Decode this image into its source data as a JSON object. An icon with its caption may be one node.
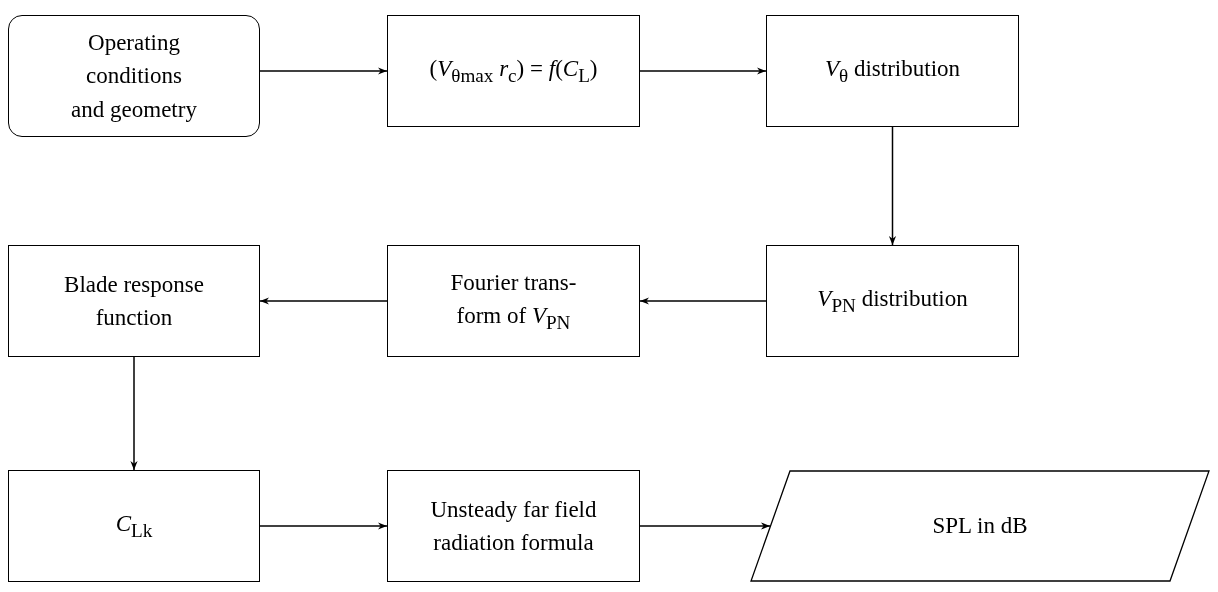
{
  "diagram": {
    "nodes": [
      {
        "text": [
          "Operating conditions and geometry"
        ]
      },
      {
        "text": [
          "(*V*$_{θmax}$ *r*$_{c}$) = *f*(*C*$_{L}$)"
        ]
      },
      {
        "text": [
          "*V*$_{θ}$ distribution"
        ]
      },
      {
        "text": [
          "*V*$_{PN}$ distribution"
        ]
      },
      {
        "text": [
          "Fourier trans- form of *V*$_{PN}$"
        ]
      },
      {
        "text": [
          "Blade response function"
        ]
      },
      {
        "text": [
          "*C*$_{Lk}$"
        ]
      },
      {
        "text": [
          "Unsteady far field radiation formula"
        ]
      },
      {
        "text": [
          "SPL in dB"
        ]
      }
    ],
    "edges": [
      {
        "from": 0,
        "to": 1,
        "arrow": "to"
      },
      {
        "from": 1,
        "to": 2,
        "arrow": "to"
      },
      {
        "from": 2,
        "to": 3,
        "arrow": "to"
      },
      {
        "from": 3,
        "to": 4,
        "arrow": "to"
      },
      {
        "from": 4,
        "to": 5,
        "arrow": "to"
      },
      {
        "from": 5,
        "to": 6,
        "arrow": "to"
      },
      {
        "from": 6,
        "to": 7,
        "arrow": "to"
      },
      {
        "from": 7,
        "to": 8,
        "arrow": "to"
      }
    ]
  }
}
